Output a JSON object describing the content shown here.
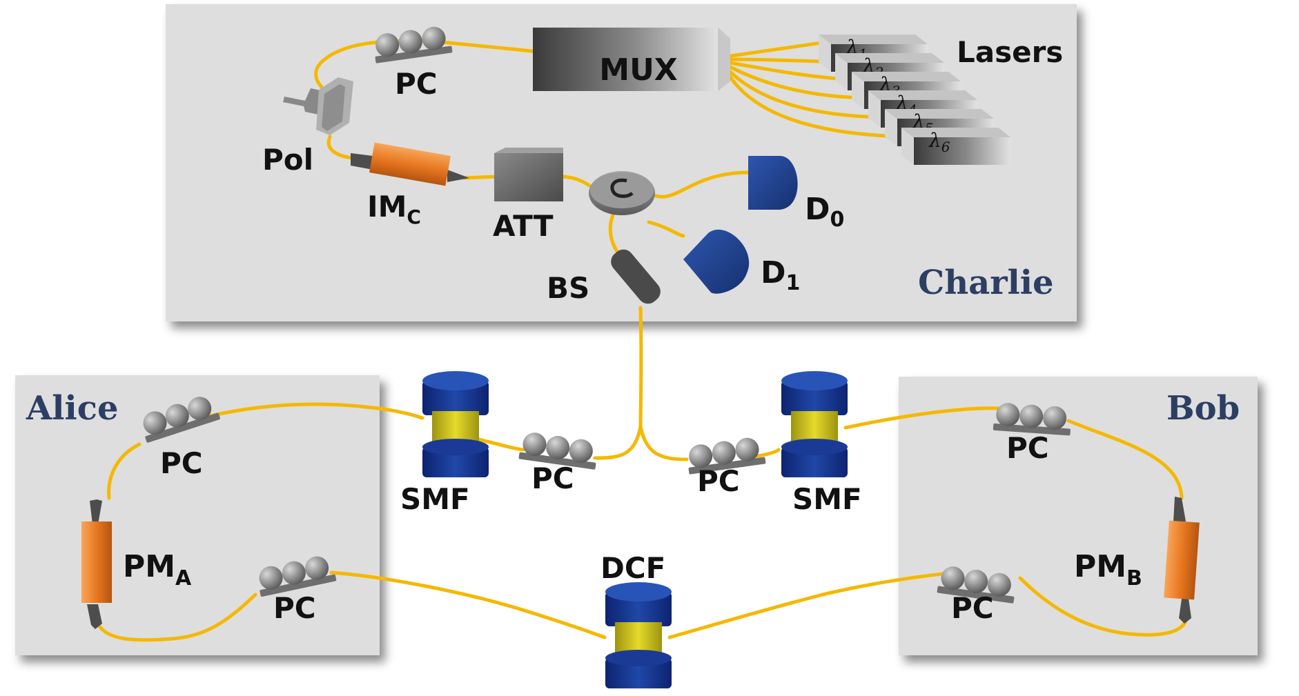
{
  "panels": {
    "charlie": "Charlie",
    "alice": "Alice",
    "bob": "Bob"
  },
  "labels": {
    "mux": "MUX",
    "lasers": "Lasers",
    "pc": "PC",
    "pol": "Pol",
    "im": "IM",
    "im_sub": "C",
    "att": "ATT",
    "bs": "BS",
    "d0": "D",
    "d0_sub": "0",
    "d1": "D",
    "d1_sub": "1",
    "smf": "SMF",
    "dcf": "DCF",
    "pm": "PM",
    "pm_a_sub": "A",
    "pm_b_sub": "B"
  },
  "wavelengths": [
    {
      "sym": "λ",
      "sub": "1"
    },
    {
      "sym": "λ",
      "sub": "2"
    },
    {
      "sym": "λ",
      "sub": "3"
    },
    {
      "sym": "λ",
      "sub": "4"
    },
    {
      "sym": "λ",
      "sub": "5"
    },
    {
      "sym": "λ",
      "sub": "6"
    }
  ],
  "colors": {
    "fiber": "#f5b800",
    "panel": "#dedede",
    "title": "#2c3e64",
    "detector": "#1f3e8c",
    "modulator": "#e87820",
    "spool_cap": "#12308a",
    "spool_core": "#d8c81a"
  }
}
